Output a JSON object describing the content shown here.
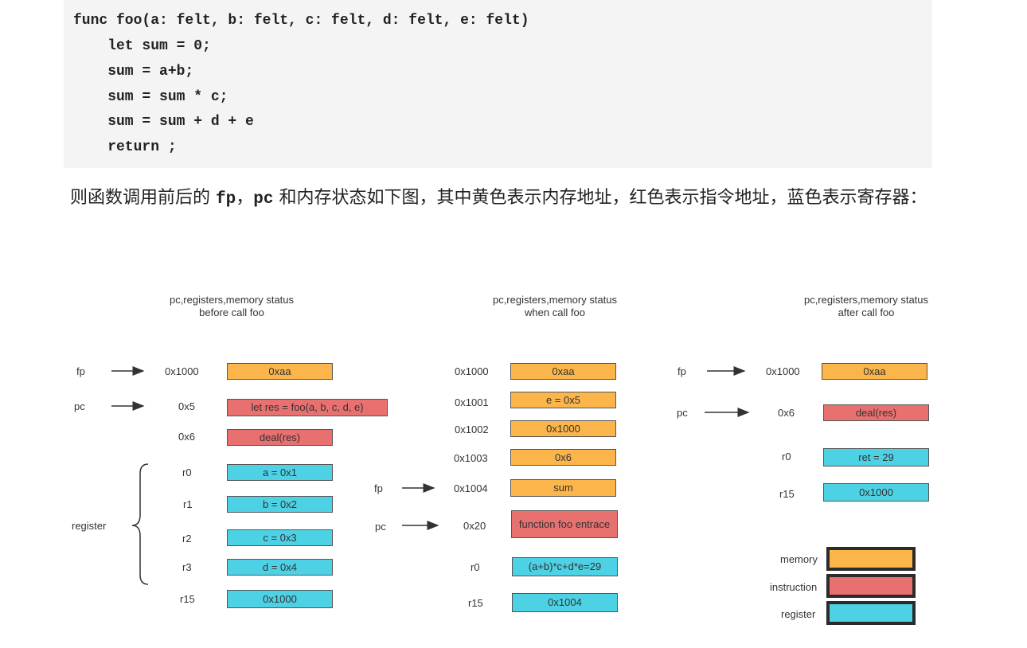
{
  "code": {
    "lines": [
      "func foo(a: felt, b: felt, c: felt, d: felt, e: felt)",
      "    let sum = 0;",
      "    sum = a+b;",
      "    sum = sum * c;",
      "    sum = sum + d + e",
      "    return ;"
    ]
  },
  "paragraph": {
    "part1": "则函数调用前后的 ",
    "fp": "fp",
    "sep": "，",
    "pc": "pc",
    "part2": " 和内存状态如下图，其中黄色表示内存地址，红色表示指令地址，蓝色表示寄存器："
  },
  "colors": {
    "memory": "#fcb54a",
    "instruction": "#e8706f",
    "register": "#4dd1e4"
  },
  "panels": {
    "before": {
      "title1": "pc,registers,memory status",
      "title2": "before call foo",
      "fp": "fp",
      "pc": "pc",
      "register": "register",
      "rows": [
        {
          "addr": "0x1000",
          "value": "0xaa"
        },
        {
          "addr": "0x5",
          "value": "let res = foo(a, b, c, d, e)"
        },
        {
          "addr": "0x6",
          "value": "deal(res)"
        },
        {
          "addr": "r0",
          "value": "a = 0x1"
        },
        {
          "addr": "r1",
          "value": "b = 0x2"
        },
        {
          "addr": "r2",
          "value": "c = 0x3"
        },
        {
          "addr": "r3",
          "value": "d = 0x4"
        },
        {
          "addr": "r15",
          "value": "0x1000"
        }
      ]
    },
    "when": {
      "title1": "pc,registers,memory status",
      "title2": "when call foo",
      "fp": "fp",
      "pc": "pc",
      "rows": [
        {
          "addr": "0x1000",
          "value": "0xaa"
        },
        {
          "addr": "0x1001",
          "value": "e = 0x5"
        },
        {
          "addr": "0x1002",
          "value": "0x1000"
        },
        {
          "addr": "0x1003",
          "value": "0x6"
        },
        {
          "addr": "0x1004",
          "value": "sum"
        },
        {
          "addr": "0x20",
          "value": "function foo entrace"
        },
        {
          "addr": "r0",
          "value": "(a+b)*c+d*e=29"
        },
        {
          "addr": "r15",
          "value": "0x1004"
        }
      ]
    },
    "after": {
      "title1": "pc,registers,memory status",
      "title2": "after call foo",
      "fp": "fp",
      "pc": "pc",
      "rows": [
        {
          "addr": "0x1000",
          "value": "0xaa"
        },
        {
          "addr": "0x6",
          "value": "deal(res)"
        },
        {
          "addr": "r0",
          "value": "ret = 29"
        },
        {
          "addr": "r15",
          "value": "0x1000"
        }
      ]
    }
  },
  "legend": {
    "memory": "memory",
    "instruction": "instruction",
    "register": "register"
  }
}
